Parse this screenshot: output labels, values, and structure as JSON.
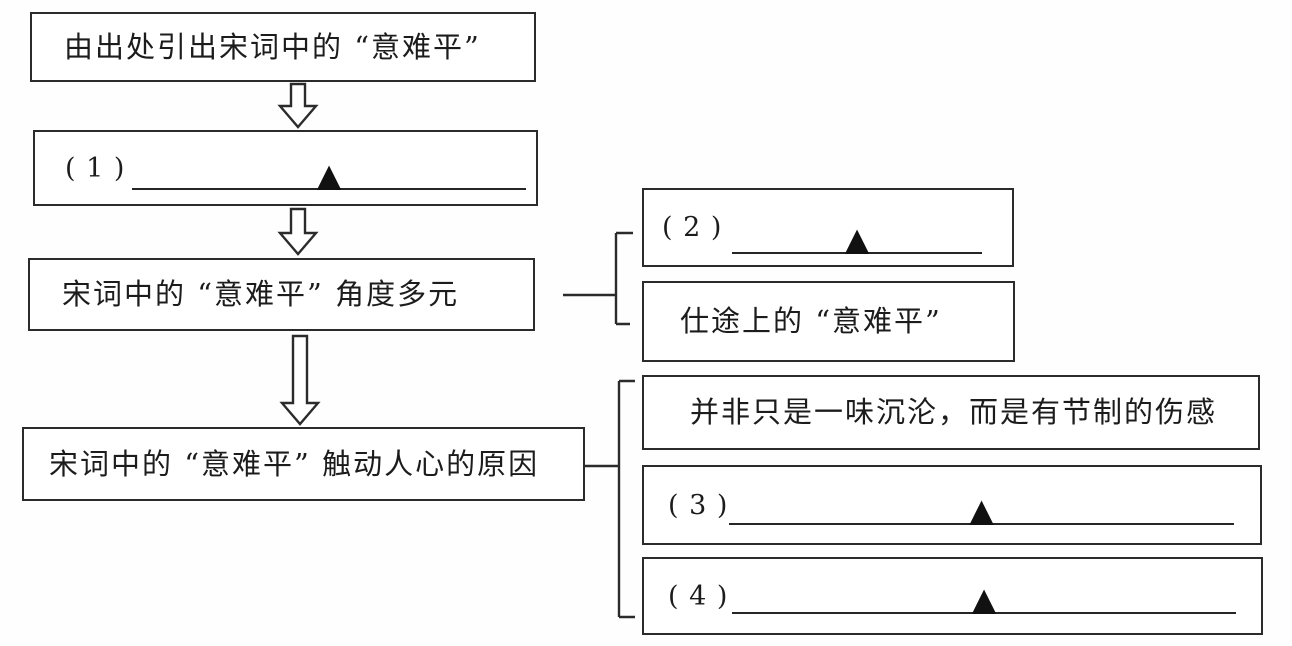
{
  "colors": {
    "line": "#2b2b2b",
    "text": "#1c1c1c",
    "background": "#ffffff",
    "triangle": "#111111"
  },
  "flowchart": {
    "node_intro": {
      "text": "由出处引出宋词中的 “意难平”"
    },
    "node_blank1": {
      "number": "( 1 )",
      "marker": "▲"
    },
    "node_angles": {
      "text": "宋词中的 “意难平” 角度多元"
    },
    "node_reason": {
      "text": "宋词中的 “意难平” 触动人心的原因"
    },
    "node_blank2": {
      "number": "( 2 )",
      "marker": "▲"
    },
    "node_career": {
      "text": "仕途上的 “意难平”"
    },
    "node_restraint": {
      "text": "并非只是一味沉沦，而是有节制的伤感"
    },
    "node_blank3": {
      "number": "( 3 )",
      "marker": "▲"
    },
    "node_blank4": {
      "number": "( 4 )",
      "marker": "▲"
    }
  }
}
